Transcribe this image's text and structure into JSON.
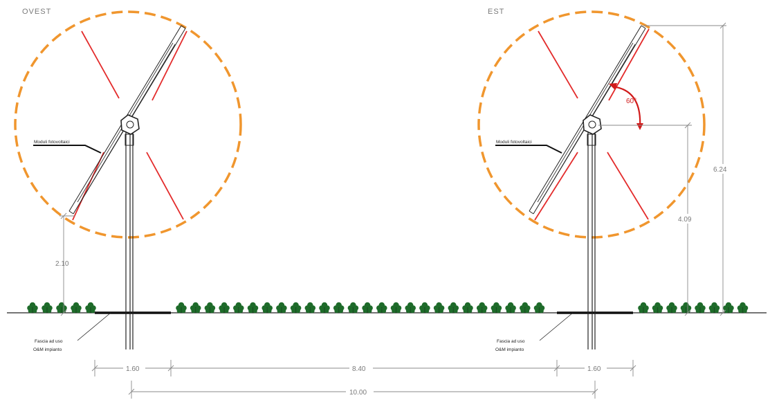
{
  "sides": {
    "west": "OVEST",
    "east": "EST"
  },
  "labels": {
    "modules_west": "Moduli fotovoltaici",
    "modules_east": "Moduli fotovoltaici",
    "strip_west_line1": "Fascia ad uso",
    "strip_west_line2": "O&M impianto",
    "strip_east_line1": "Fascia ad uso",
    "strip_east_line2": "O&M impianto"
  },
  "angle": "60°",
  "dimensions": {
    "min_clearance": "2.10",
    "axis_height": "4.09",
    "max_height": "6.24",
    "strip_west": "1.60",
    "free_zone": "8.40",
    "strip_east": "1.60",
    "pitch": "10.00"
  },
  "colors": {
    "rotation_circle": "#f0962e",
    "limit_lines": "#e32b2b",
    "vegetation": "#1e6b2a",
    "structure": "#222222",
    "dimension_lines": "#8a8a8a",
    "angle": "#d11b1b"
  }
}
